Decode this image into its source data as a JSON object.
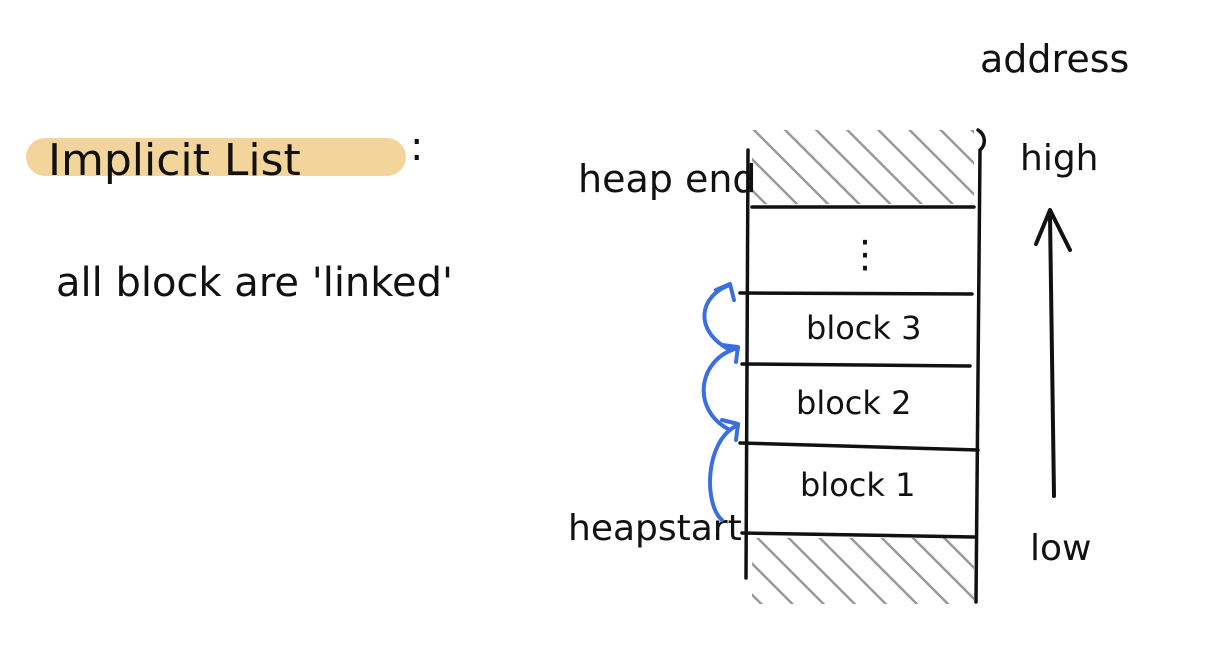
{
  "title": {
    "text": "Implicit List",
    "suffix": ":",
    "highlight_color": "#f3d49a"
  },
  "subtitle": "all block are 'linked'",
  "labels": {
    "heap_end": "heap end",
    "heap_start": "heapstart",
    "address": "address",
    "high": "high",
    "low": "low",
    "ellipsis": "⋮"
  },
  "blocks": [
    {
      "label": "block 1"
    },
    {
      "label": "block 2"
    },
    {
      "label": "block 3"
    }
  ],
  "colors": {
    "ink": "#111111",
    "link_arrow": "#3b6fe0",
    "hatch": "#9a9a9a"
  }
}
